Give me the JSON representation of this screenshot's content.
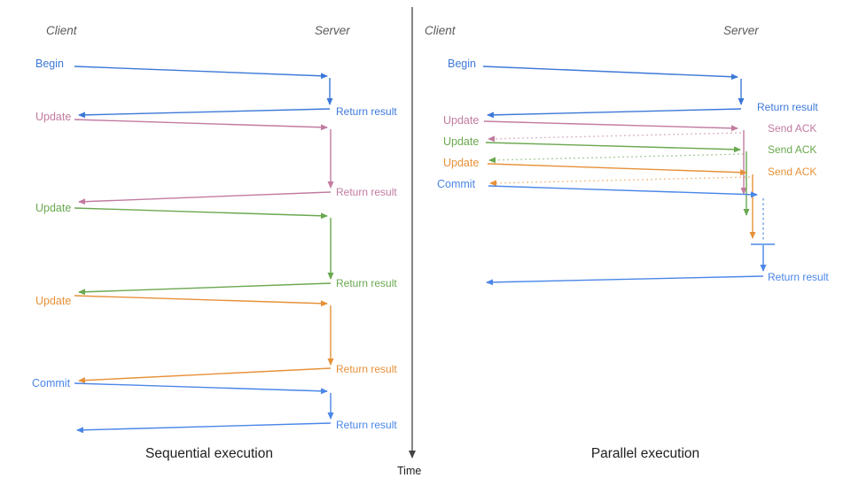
{
  "palette": {
    "blue": "#3c78d8",
    "light_blue": "#4a86e8",
    "pink": "#c27ba0",
    "green": "#6aa84f",
    "orange": "#e69138",
    "axis": "#444444",
    "header_gray": "#5a5a5a",
    "title_black": "#202020"
  },
  "time_axis": {
    "label": "Time"
  },
  "sequential": {
    "title": "Sequential execution",
    "client_header": "Client",
    "server_header": "Server",
    "steps": [
      {
        "label": "Begin",
        "response": "Return result"
      },
      {
        "label": "Update",
        "response": "Return result"
      },
      {
        "label": "Update",
        "response": "Return result"
      },
      {
        "label": "Update",
        "response": "Return result"
      },
      {
        "label": "Commit",
        "response": "Return result"
      }
    ]
  },
  "parallel": {
    "title": "Parallel execution",
    "client_header": "Client",
    "server_header": "Server",
    "steps": [
      {
        "label": "Begin",
        "response": "Return result"
      },
      {
        "label": "Update",
        "response": "Send ACK"
      },
      {
        "label": "Update",
        "response": "Send ACK"
      },
      {
        "label": "Update",
        "response": "Send ACK"
      },
      {
        "label": "Commit",
        "response": "Return result"
      }
    ]
  }
}
